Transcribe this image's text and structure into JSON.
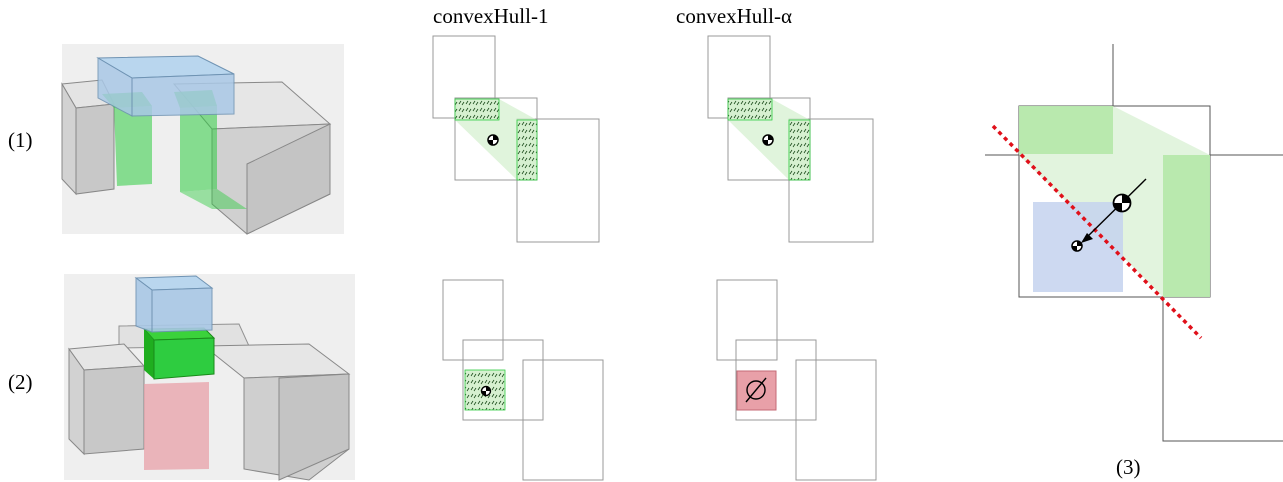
{
  "headers": {
    "col1": "convexHull-1",
    "col2": "convexHull-α"
  },
  "row_labels": {
    "row1": "(1)",
    "row2": "(2)",
    "row3": "(3)"
  },
  "colors": {
    "green": "#2ecc40",
    "green_light": "#d6f0d0",
    "blue": "#a9c8e6",
    "red": "#e8a0a8",
    "red_line": "#e0101a",
    "gray": "#c8c8c8",
    "outline": "#999999"
  },
  "icons": [
    "center-of-mass-icon",
    "empty-set-icon",
    "arrow-icon"
  ]
}
